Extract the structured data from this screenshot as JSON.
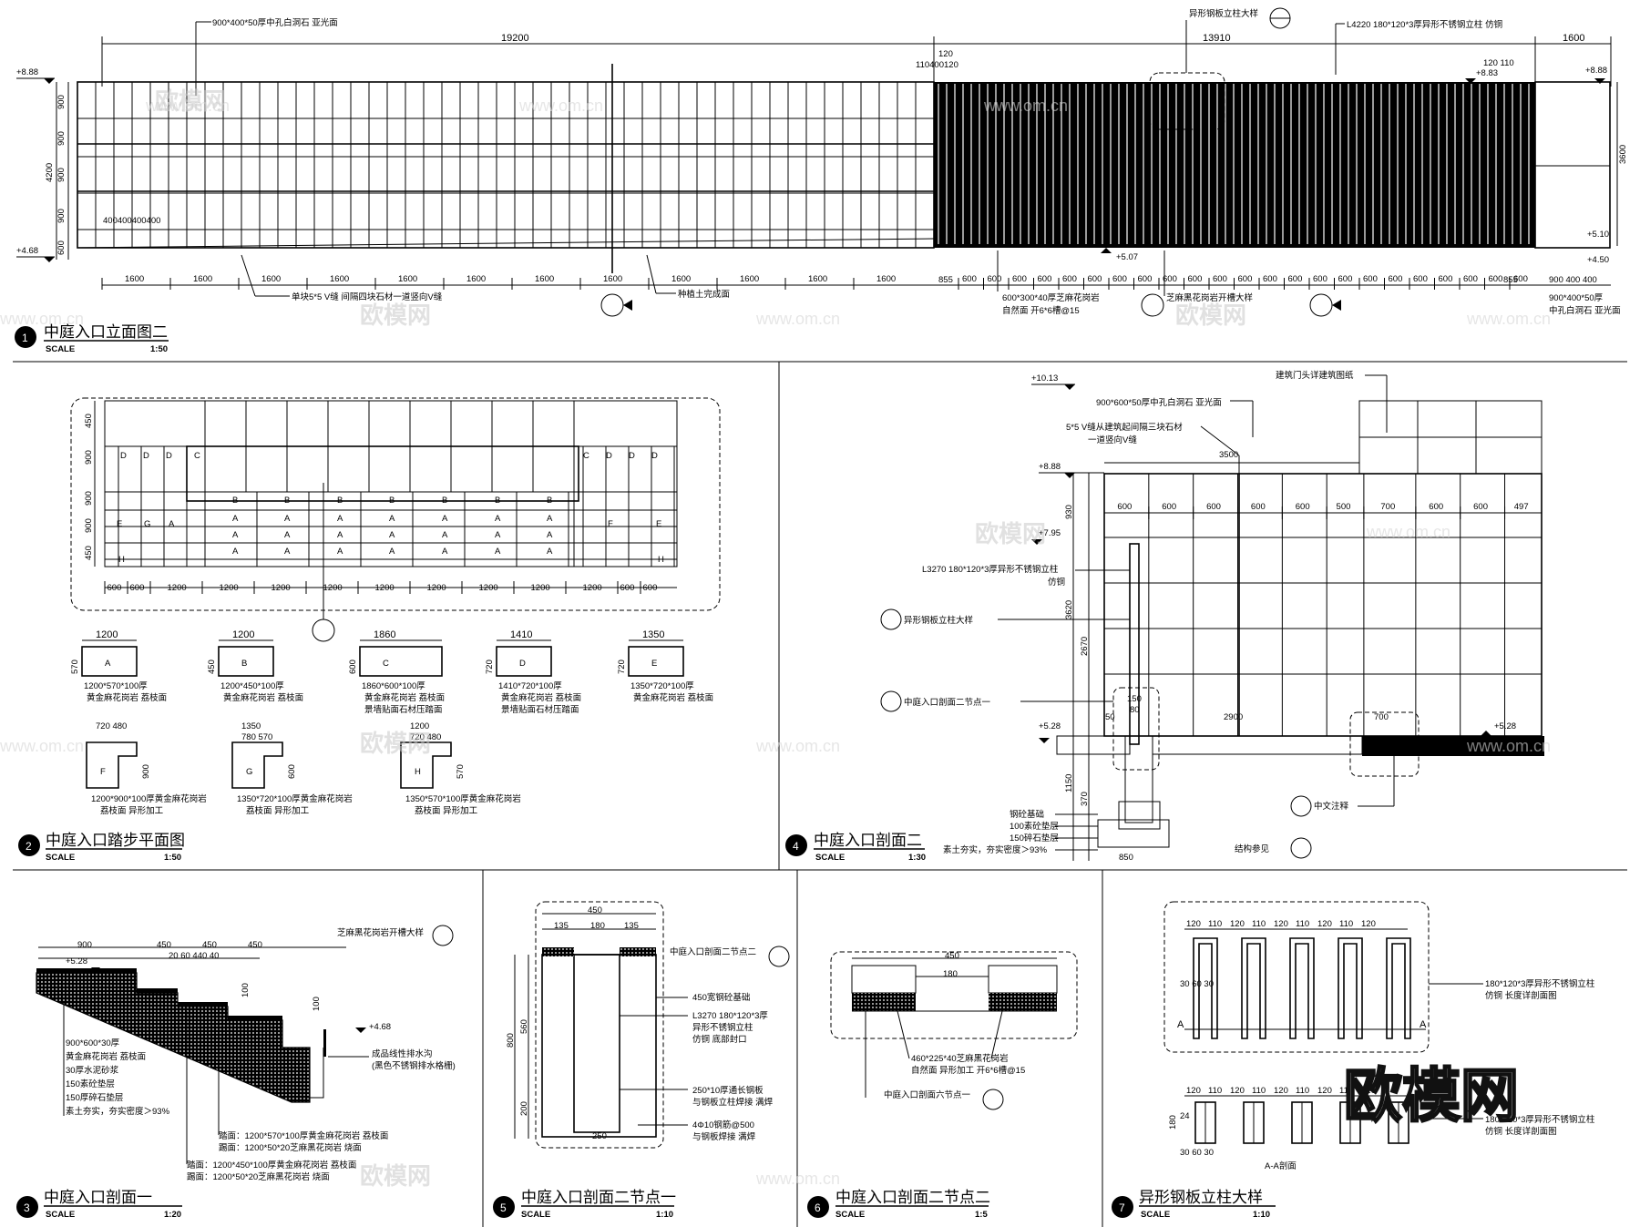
{
  "watermark": {
    "brand": "欧模网",
    "site": "www.om.cn"
  },
  "scale_label": "SCALE",
  "panels": [
    {
      "num": "1",
      "title": "中庭入口立面图二",
      "scale": "1:50"
    },
    {
      "num": "2",
      "title": "中庭入口踏步平面图",
      "scale": "1:50"
    },
    {
      "num": "4",
      "title": "中庭入口剖面二",
      "scale": "1:30"
    },
    {
      "num": "3",
      "title": "中庭入口剖面一",
      "scale": "1:20"
    },
    {
      "num": "5",
      "title": "中庭入口剖面二节点一",
      "scale": "1:10"
    },
    {
      "num": "6",
      "title": "中庭入口剖面二节点二",
      "scale": "1:5"
    },
    {
      "num": "7",
      "title": "异形钢板立柱大样",
      "scale": "1:10"
    }
  ],
  "elevation": {
    "overall_left": "19200",
    "overall_mid": "13910",
    "overall_right": "1600",
    "top_note_stone": "900*400*50厚中孔白洞石 亚光面",
    "top_note_detail": "异形钢板立柱大样",
    "top_note_column": "L4220 180*120*3厚异形不锈钢立柱 仿铜",
    "level_top": "+8.88",
    "level_bottom": "+4.68",
    "level_mid": "+5.07",
    "level_right_top": "+8.83",
    "level_right_a": "+5.10",
    "level_right_b": "+4.50",
    "height_total": "4200",
    "height_right": "3600",
    "rows": [
      "900",
      "900",
      "900",
      "900",
      "600"
    ],
    "small_dims": "400400400400",
    "top_small": "110400120",
    "top_120": "120",
    "top_right": "120 110",
    "bottom_dims_left": [
      "1600",
      "1600",
      "1600",
      "1600",
      "1600",
      "1600",
      "1600",
      "1600",
      "1600",
      "1600",
      "1600",
      "1600"
    ],
    "bottom_600": "600",
    "bottom_right_a": "855",
    "bottom_right_b": "855",
    "bottom_right_tail": "900 400 400",
    "note_joint": "单块5*5 V缝 间隔四块石材一道竖向V缝",
    "note_soil": "种植土完成面",
    "note_granite_1": "600*300*40厚芝麻花岗岩",
    "note_granite_2": "自然面 开6*6槽@15",
    "note_groove": "芝麻黑花岗岩开槽大样",
    "note_right_1": "900*400*50厚",
    "note_right_2": "中孔白洞石 亚光面"
  },
  "plan": {
    "dims_bottom": [
      "600",
      "600",
      "1200",
      "1200",
      "1200",
      "1200",
      "1200",
      "1200",
      "1200",
      "1200",
      "1200",
      "600",
      "600"
    ],
    "dims_left": [
      "450",
      "900",
      "900",
      "900",
      "450"
    ],
    "letters": {
      "a": "A",
      "b": "B",
      "c": "C",
      "d": "D",
      "e": "E",
      "f": "F",
      "g": "G",
      "h": "H"
    },
    "blocks": [
      {
        "id": "A",
        "w": "1200",
        "h": "570",
        "l1": "1200*570*100厚",
        "l2": "黄金麻花岗岩 荔枝面"
      },
      {
        "id": "B",
        "w": "1200",
        "h": "450",
        "l1": "1200*450*100厚",
        "l2": "黄金麻花岗岩 荔枝面"
      },
      {
        "id": "C",
        "w": "1860",
        "h": "600",
        "l1": "1860*600*100厚",
        "l2": "黄金麻花岗岩 荔枝面",
        "l3": "景墙贴面石材压踏面"
      },
      {
        "id": "D",
        "w": "1410",
        "h": "720",
        "l1": "1410*720*100厚",
        "l2": "黄金麻花岗岩 荔枝面",
        "l3": "景墙贴面石材压踏面"
      },
      {
        "id": "E",
        "w": "1350",
        "h": "720",
        "l1": "1350*720*100厚",
        "l2": "黄金麻花岗岩 荔枝面"
      }
    ],
    "shaped": [
      {
        "id": "F",
        "dims": "720 480",
        "side": "900",
        "l1": "1200*900*100厚黄金麻花岗岩",
        "l2": "荔枝面 异形加工"
      },
      {
        "id": "G",
        "dims": "1350",
        "sub": "780 570",
        "side": "600",
        "l1": "1350*720*100厚黄金麻花岗岩",
        "l2": "荔枝面 异形加工"
      },
      {
        "id": "H",
        "dims": "1200",
        "sub": "720 480",
        "side": "570",
        "l1": "1350*570*100厚黄金麻花岗岩",
        "l2": "荔枝面 异形加工"
      }
    ]
  },
  "section2": {
    "level_top": "+10.13",
    "level_888": "+8.88",
    "level_795": "+7.95",
    "level_528": "+5.28",
    "level_528r": "+5.28",
    "note_arch": "建筑门头详建筑图纸",
    "note_stone": "900*600*50厚中孔白洞石 亚光面",
    "note_joint1": "5*5 V缝从建筑起间隔三块石材",
    "note_joint2": "一道竖向V缝",
    "dim_3500": "3500",
    "cols": [
      "600",
      "600",
      "600",
      "600",
      "600",
      "500",
      "700",
      "600",
      "600",
      "497"
    ],
    "dim_930": "930",
    "dim_3620": "3620",
    "dim_2670": "2670",
    "dim_2900": "2900",
    "dim_700": "700",
    "dim_150": "150",
    "dim_80": "80",
    "dim_50": "50",
    "dim_1150": "1150",
    "dim_370": "370",
    "dim_850": "850",
    "note_col1": "L3270 180*120*3厚异形不锈钢立柱",
    "note_col2": "仿铜",
    "note_detail": "异形钢板立柱大样",
    "note_node": "中庭入口剖面二节点一",
    "note_cn": "中文注释",
    "note_struct": "结构参见",
    "layers": [
      "钢砼基础",
      "100素砼垫层",
      "150碎石垫层",
      "素土夯实，夯实密度＞93%"
    ]
  },
  "section1": {
    "dims_top": [
      "900",
      "450",
      "450",
      "450"
    ],
    "dims_sub": "20 60 440 40",
    "level": "+5.28",
    "level2": "+4.68",
    "note_groove": "芝麻黑花岗岩开槽大样",
    "layers": [
      "900*600*30厚",
      "黄金麻花岗岩 荔枝面",
      "30厚水泥砂浆",
      "150素砼垫层",
      "150厚碎石垫层",
      "素土夯实，夯实密度＞93%"
    ],
    "drain1": "成品线性排水沟",
    "drain2": "(黑色不锈钢排水格栅)",
    "tread1a": "踏面：1200*570*100厚黄金麻花岗岩 荔枝面",
    "tread1b": "踢面：1200*50*20芝麻黑花岗岩 烧面",
    "tread2a": "踏面：1200*450*100厚黄金麻花岗岩 荔枝面",
    "tread2b": "踢面：1200*50*20芝麻黑花岗岩 烧面",
    "d100": "100",
    "d100b": "100"
  },
  "node1": {
    "top": "450",
    "sub": [
      "135",
      "180",
      "135"
    ],
    "left": [
      "800",
      "560",
      "200"
    ],
    "bottom": "250",
    "ref": "中庭入口剖面二节点二",
    "n1": "450宽钢砼基础",
    "n2a": "L3270 180*120*3厚",
    "n2b": "异形不锈钢立柱",
    "n2c": "仿铜 底部封口",
    "n3a": "250*10厚通长钢板",
    "n3b": "与钢板立柱焊接 满焊",
    "n4a": "4Φ10钢筋@500",
    "n4b": "与钢板焊接 满焊"
  },
  "node2": {
    "top": "450",
    "mid": "180",
    "n1a": "460*225*40芝麻黑花岗岩",
    "n1b": "自然面  异形加工 开6*6槽@15",
    "ref": "中庭入口剖面六节点一"
  },
  "column": {
    "dims": [
      "120",
      "110",
      "120",
      "110",
      "120",
      "110",
      "120",
      "110",
      "120"
    ],
    "side": "30 60 30",
    "n1a": "180*120*3厚异形不锈钢立柱",
    "n1b": "仿铜 长度详剖面图",
    "sec": "A",
    "aa": "A-A剖面",
    "h": "180",
    "w": "24"
  }
}
